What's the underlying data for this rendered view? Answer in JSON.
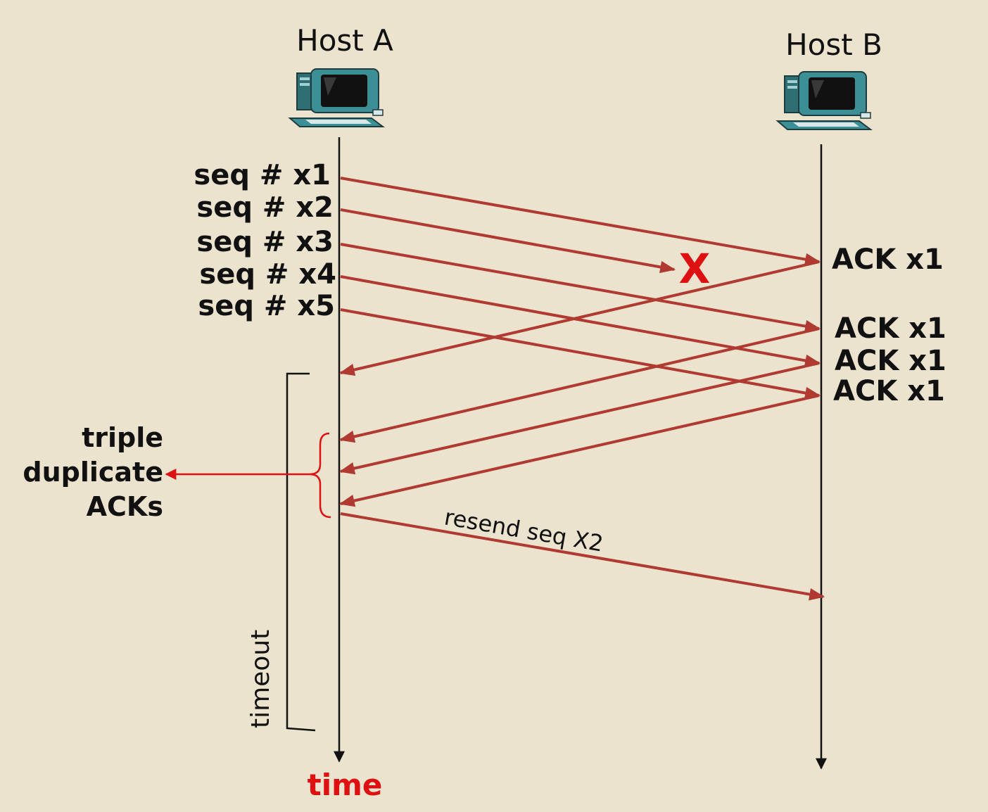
{
  "hosts": {
    "a": "Host A",
    "b": "Host B"
  },
  "segments": [
    "seq # x1",
    "seq # x2",
    "seq # x3",
    "seq # x4",
    "seq # x5"
  ],
  "loss_mark": "X",
  "acks": [
    "ACK x1",
    "ACK x1",
    "ACK x1",
    "ACK x1"
  ],
  "triple_label": {
    "line1": "triple",
    "line2": "duplicate",
    "line3": "ACKs"
  },
  "resend_label": "resend seq X2",
  "timeout_label": "timeout",
  "time_label": "time",
  "colors": {
    "arrow": "#b03a32",
    "loss": "#dd1111",
    "brace": "#dd1111",
    "background": "#ece3cf"
  },
  "icons": {
    "host_a": "computer-icon",
    "host_b": "computer-icon"
  }
}
